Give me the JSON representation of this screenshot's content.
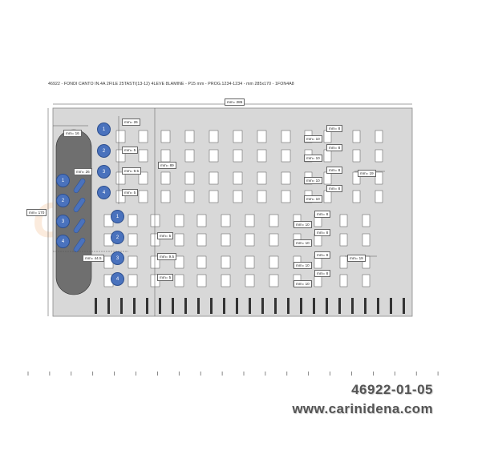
{
  "header": {
    "title": "46922 - FONDI CANTO IN.4A 2FILE 25TASTI(13-12) 4LEVE 8LAMINE - P15 mm - PROG.1234-1234 - mm 285x170 - 1FON4A8"
  },
  "dimensions": {
    "width": "mm= 285",
    "height": "mm= 170",
    "m16": "mm= 16",
    "m26": "mm= 26",
    "m89": "mm= 89",
    "m445": "mm= 44.5",
    "m5": "mm= 5",
    "m95": "mm= 9.5",
    "m8": "mm= 8",
    "m10": "mm= 10",
    "m19": "mm= 19"
  },
  "circles_top": [
    "1",
    "2",
    "3",
    "4"
  ],
  "circles_left": [
    "1",
    "2",
    "3",
    "4"
  ],
  "circles_mid": [
    "1",
    "2",
    "3",
    "4"
  ],
  "footer": {
    "code": "46922-01-05",
    "website": "www.carinidena.com"
  },
  "colors": {
    "plate": "#d9d9d9",
    "circle": "#4a72bd",
    "pill": "#6f6f6f"
  }
}
